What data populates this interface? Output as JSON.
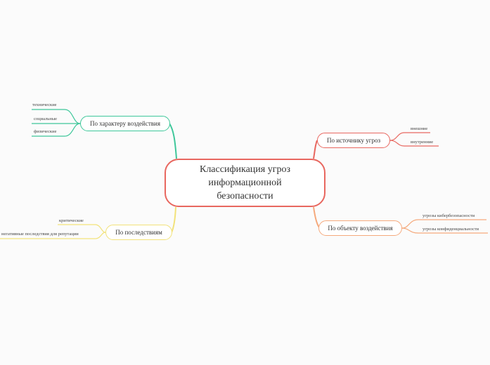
{
  "central": {
    "title": "Классификация угроз информационной безопасности"
  },
  "branches": {
    "character": {
      "label": "По характеру воздействия",
      "color": "#3ec79a",
      "leaves": [
        "технические",
        "социальные",
        "физические"
      ]
    },
    "consequences": {
      "label": "По последствиям",
      "color": "#f2e279",
      "leaves": [
        "критические",
        "негативные последствия для репутации"
      ]
    },
    "source": {
      "label": "По источнику угроз",
      "color": "#e8675f",
      "leaves": [
        "внешние",
        "внутренние"
      ]
    },
    "object": {
      "label": "По объекту воздействия",
      "color": "#f5a97c",
      "leaves": [
        "угрозы кибербезопасности",
        "угрозы конфиденциальности"
      ]
    }
  }
}
